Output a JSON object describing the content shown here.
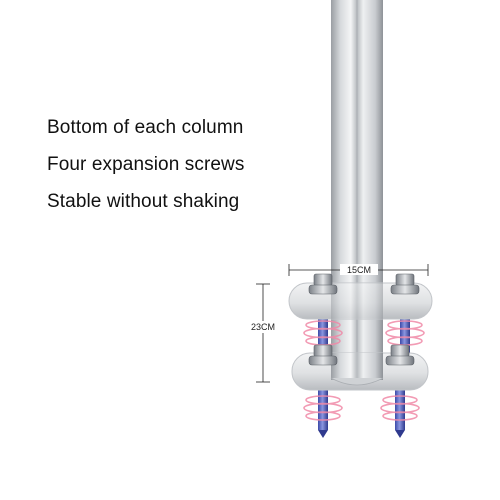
{
  "features": [
    "Bottom of each column",
    "Four expansion screws",
    "Stable without shaking"
  ],
  "dimensions": {
    "width_label": "15CM",
    "height_label": "23CM"
  },
  "icons": {
    "column": "steel-column-illustration",
    "base_plate": "base-plate-illustration",
    "screw": "expansion-screw-illustration"
  }
}
